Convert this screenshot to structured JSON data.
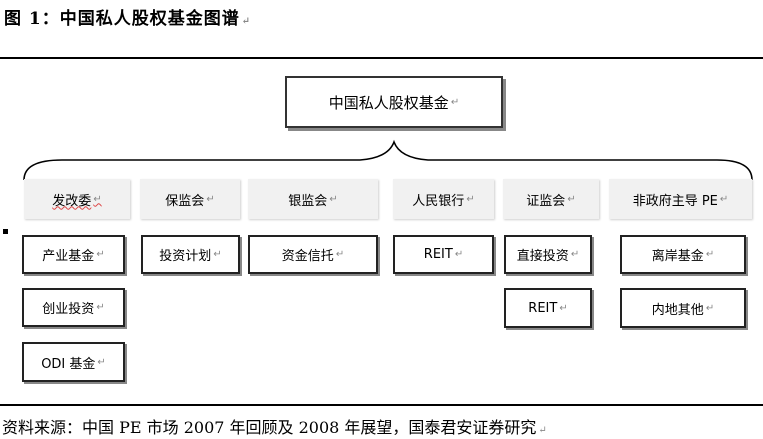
{
  "caption": "图 1：中国私人股权基金图谱",
  "root": "中国私人股权基金",
  "categories": [
    {
      "label": "发改委",
      "leaves": [
        "产业基金",
        "创业投资",
        "ODI 基金"
      ]
    },
    {
      "label": "保监会",
      "leaves": [
        "投资计划"
      ]
    },
    {
      "label": "银监会",
      "leaves": [
        "资金信托"
      ]
    },
    {
      "label": "人民银行",
      "leaves": [
        "REIT"
      ]
    },
    {
      "label": "证监会",
      "leaves": [
        "直接投资",
        "REIT"
      ]
    },
    {
      "label": "非政府主导 PE",
      "leaves": [
        "离岸基金",
        "内地其他"
      ]
    }
  ],
  "source": "资料来源：中国 PE 市场 2007 年回顾及 2008 年展望，国泰君安证券研究",
  "paragraph_mark": "↵"
}
